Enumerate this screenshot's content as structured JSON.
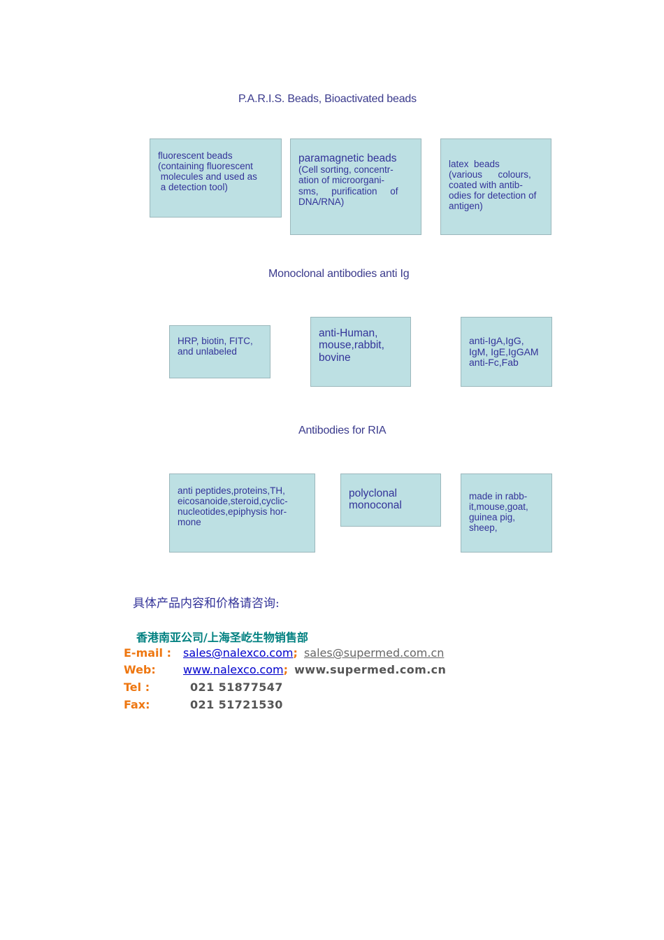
{
  "sections": [
    {
      "heading": "P.A.R.I.S. Beads,  Bioactivated beads",
      "boxes": [
        {
          "lines": [
            "fluorescent beads",
            "(containing fluorescent",
            " molecules and used as",
            " a detection tool)"
          ]
        },
        {
          "lines": [
            "paramagnetic beads",
            "(Cell sorting, concentr-",
            "ation of microorgani-",
            "sms,     purification     of",
            "DNA/RNA)"
          ]
        },
        {
          "lines": [
            "latex  beads",
            "(various      colours,",
            "coated with antib-",
            "odies for detection of",
            "antigen)"
          ]
        }
      ]
    },
    {
      "heading": "Monoclonal antibodies anti Ig",
      "boxes": [
        {
          "lines": [
            "HRP, biotin, FITC,",
            "and unlabeled"
          ]
        },
        {
          "lines": [
            "anti-Human,",
            "mouse,rabbit,",
            "bovine"
          ]
        },
        {
          "lines": [
            "anti-IgA,IgG,",
            "IgM, IgE,IgGAM",
            "anti-Fc,Fab"
          ]
        }
      ]
    },
    {
      "heading": "Antibodies for RIA",
      "boxes": [
        {
          "lines": [
            "anti peptides,proteins,TH,",
            "eicosanoide,steroid,cyclic-",
            "nucleotides,epiphysis hor-",
            "mone"
          ]
        },
        {
          "lines": [
            "polyclonal",
            "monoconal"
          ]
        },
        {
          "lines": [
            "made in rabb-",
            "it,mouse,goat,",
            "guinea pig,",
            "sheep,"
          ]
        }
      ]
    }
  ],
  "contact": {
    "intro": "具体产品内容和价格请咨询:",
    "company": "香港南亚公司/上海圣屹生物销售部",
    "email_label": "E-mail :",
    "email_1": "sales@nalexco.com",
    "email_sep": ";",
    "email_2": "sales@supermed.com.cn",
    "web_label": "Web:",
    "web_1": "www.nalexco.com",
    "web_sep": ";",
    "web_2": "www.supermed.com.cn",
    "tel_label": "Tel :",
    "tel": "021 51877547",
    "fax_label": "Fax:",
    "fax": "021 51721530"
  }
}
